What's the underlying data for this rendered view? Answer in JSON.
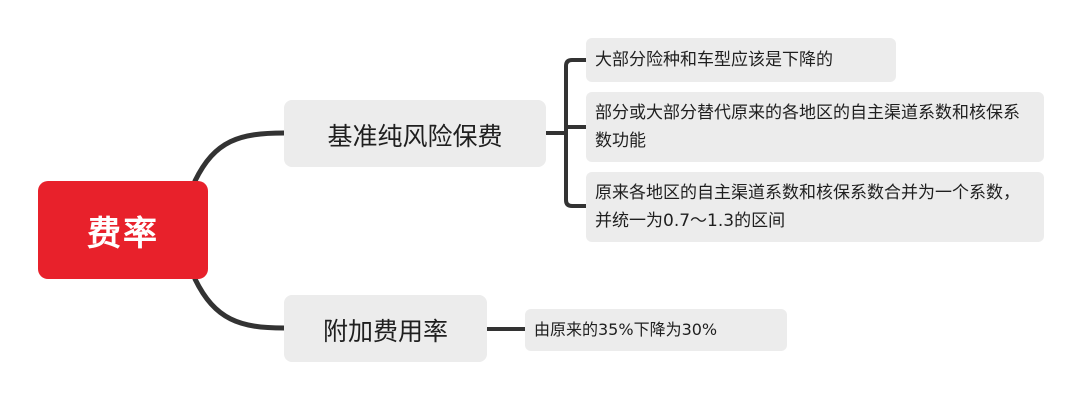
{
  "root": {
    "label": "费率",
    "color": "#e8212b"
  },
  "branches": [
    {
      "label": "基准纯风险保费",
      "children": [
        {
          "label": "大部分险种和车型应该是下降的"
        },
        {
          "label": "部分或大部分替代原来的各地区的自主渠道系数和核保系数功能"
        },
        {
          "label": "原来各地区的自主渠道系数和核保系数合并为一个系数，并统一为0.7～1.3的区间"
        }
      ]
    },
    {
      "label": "附加费用率",
      "children": [
        {
          "label": "由原来的35%下降为30%"
        }
      ]
    }
  ],
  "style": {
    "connector_color": "#333333",
    "node_fill": "#ececec"
  }
}
